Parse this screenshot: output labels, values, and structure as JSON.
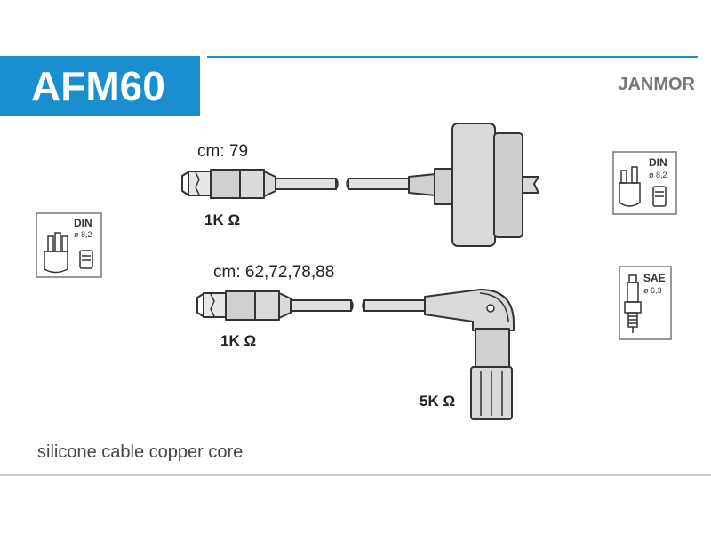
{
  "header": {
    "code": "AFM60",
    "brand": "JANMOR"
  },
  "cables": [
    {
      "length_label": "cm: 79",
      "resistance": "1K Ω"
    },
    {
      "length_label": "cm: 62,72,78,88",
      "resistance": "1K Ω",
      "boot_resistance": "5K Ω"
    }
  ],
  "standards": {
    "distributor_left": {
      "name": "DIN",
      "size": "ø 8,2"
    },
    "distributor_right": {
      "name": "DIN",
      "size": "ø 8,2"
    },
    "spark_plug": {
      "name": "SAE",
      "size": "ø 6,3"
    }
  },
  "footer": {
    "description": "silicone cable copper core"
  },
  "colors": {
    "accent": "#1a8fd0",
    "line": "#333333"
  }
}
